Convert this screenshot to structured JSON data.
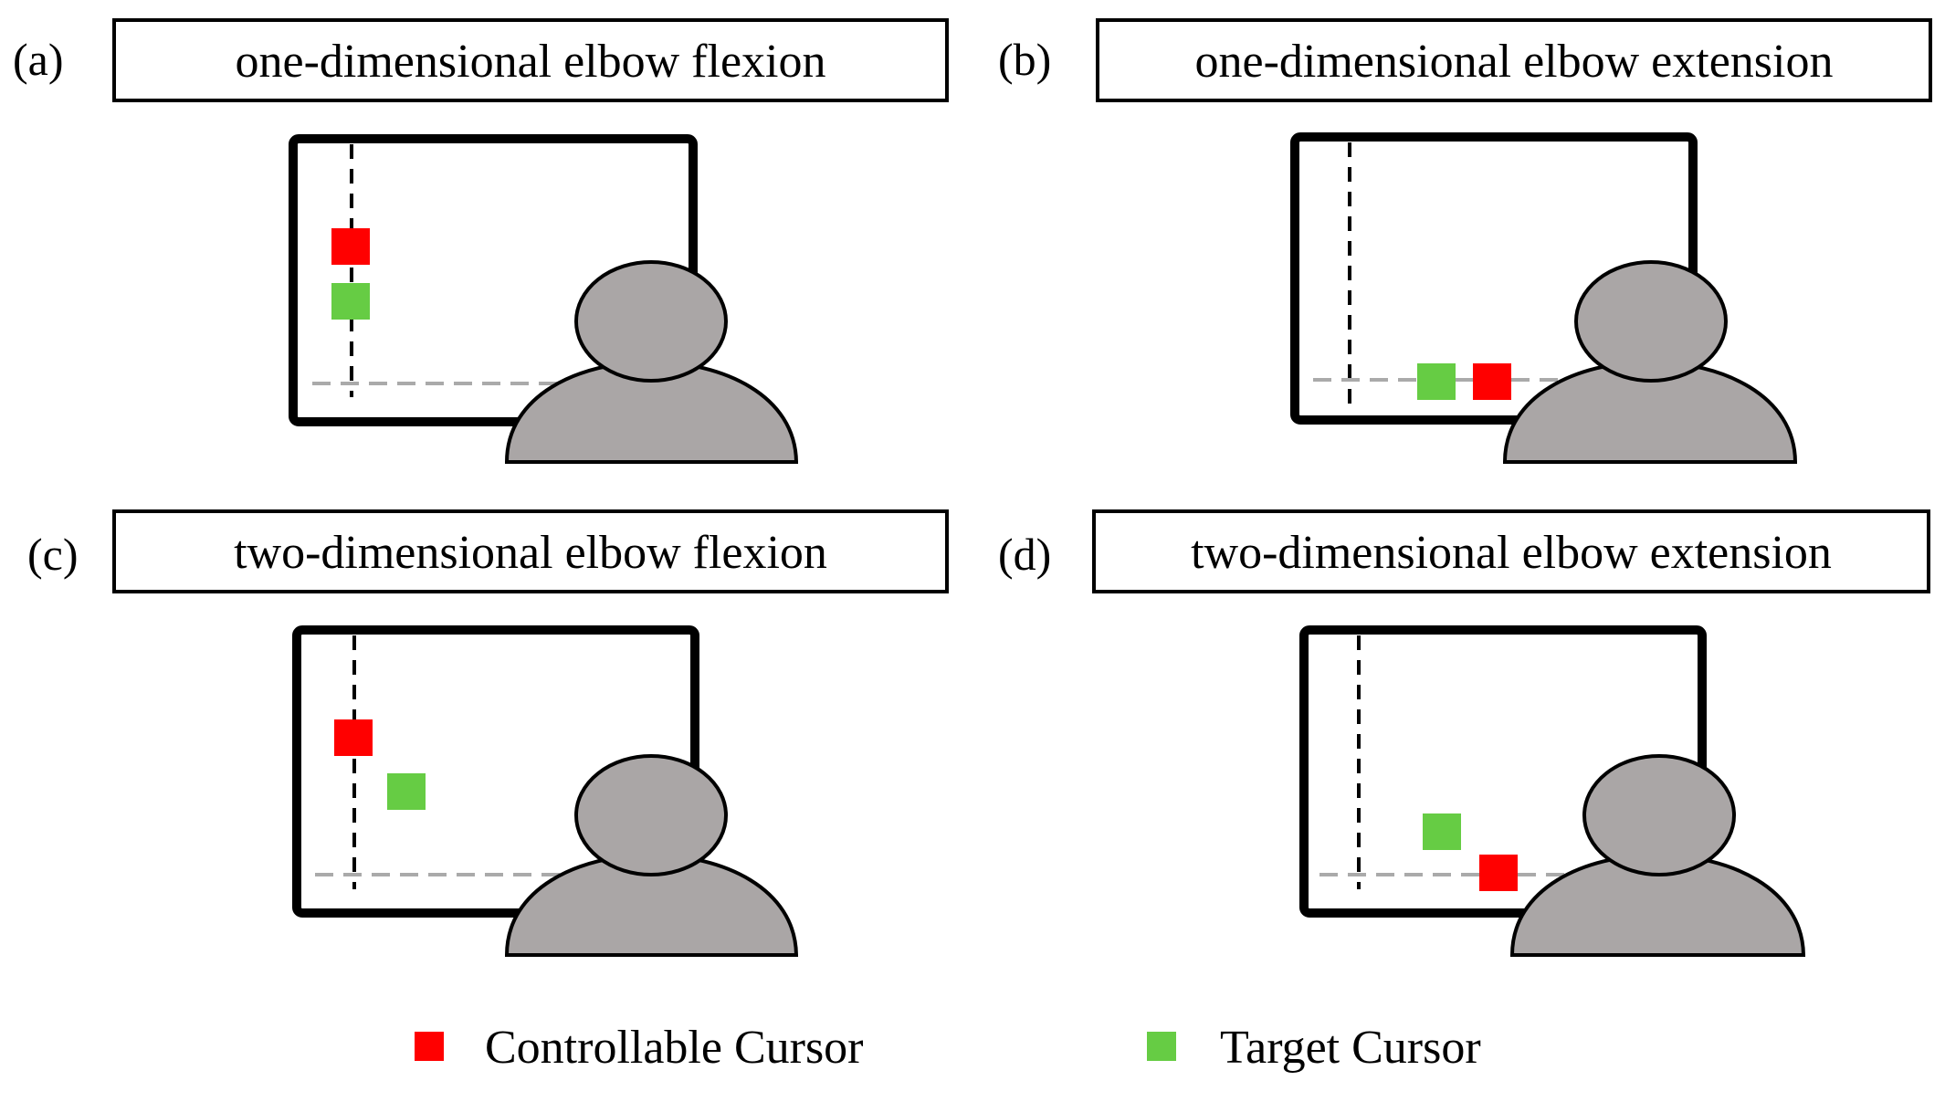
{
  "colors": {
    "controllable": "#ff0000",
    "target": "#66cc44",
    "person": "#aaa6a6",
    "horizontal_dash": "#aaaaaa",
    "vertical_dash": "#000000",
    "frame": "#000000"
  },
  "panels": [
    {
      "id": "a",
      "label": "(a)",
      "title": "one-dimensional elbow flexion",
      "mode": "flexion-1d"
    },
    {
      "id": "b",
      "label": "(b)",
      "title": "one-dimensional elbow extension",
      "mode": "extension-1d"
    },
    {
      "id": "c",
      "label": "(c)",
      "title": "two-dimensional elbow flexion",
      "mode": "flexion-2d"
    },
    {
      "id": "d",
      "label": "(d)",
      "title": "two-dimensional elbow extension",
      "mode": "extension-2d"
    }
  ],
  "legend": [
    {
      "name": "controllable",
      "label": "Controllable Cursor",
      "color": "#ff0000"
    },
    {
      "name": "target",
      "label": "Target Cursor",
      "color": "#66cc44"
    }
  ]
}
